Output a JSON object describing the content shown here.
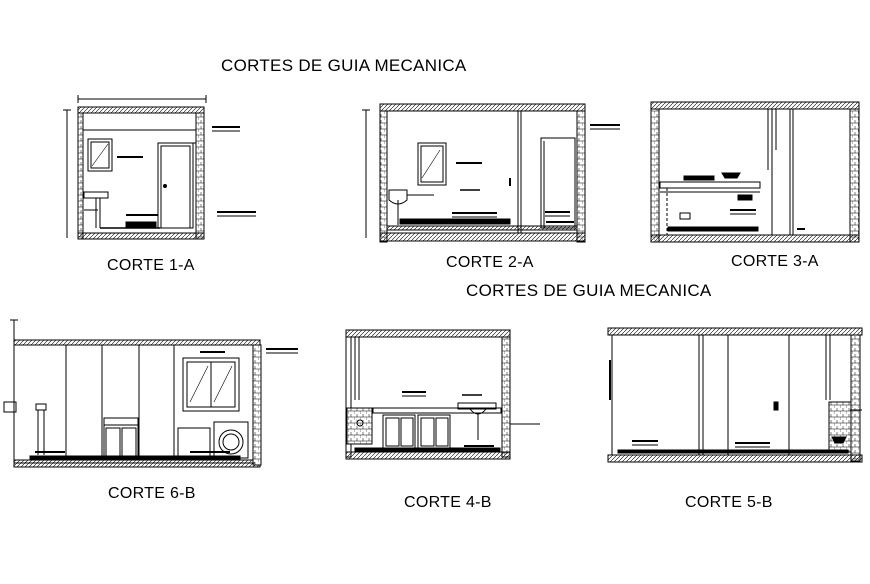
{
  "titles": {
    "top": "CORTES DE GUIA MECANICA",
    "middle": "CORTES DE GUIA MECANICA"
  },
  "sections": {
    "c1a": "CORTE 1-A",
    "c2a": "CORTE 2-A",
    "c3a": "CORTE 3-A",
    "c6b": "CORTE 6-B",
    "c4b": "CORTE 4-B",
    "c5b": "CORTE 5-B"
  },
  "colors": {
    "line": "#000000",
    "background": "#ffffff"
  }
}
